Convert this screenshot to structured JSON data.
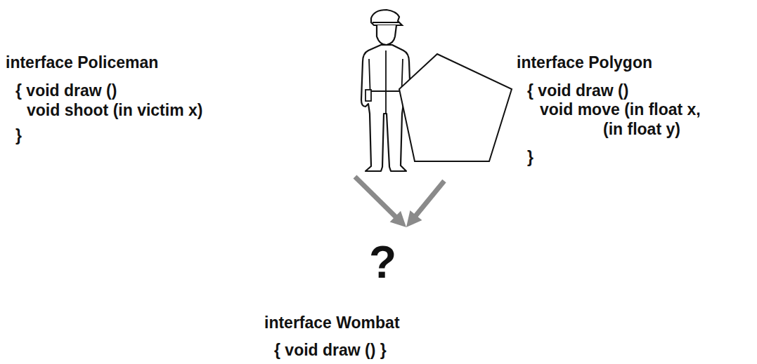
{
  "diagram": {
    "nodes": [
      {
        "text": [
          "interface Policeman",
          "{ void draw ()",
          "void shoot (in victim x)",
          "}"
        ]
      },
      {
        "text": [
          "interface Polygon",
          "{ void draw ()",
          "void move (in float x,",
          "(in float y)",
          "}"
        ]
      },
      {
        "text": [
          "?",
          "interface Wombat",
          "{ void draw () }"
        ]
      }
    ],
    "edges": [
      {
        "from": 0,
        "to": 2,
        "arrow": "to"
      },
      {
        "from": 1,
        "to": 2,
        "arrow": "to"
      }
    ]
  }
}
